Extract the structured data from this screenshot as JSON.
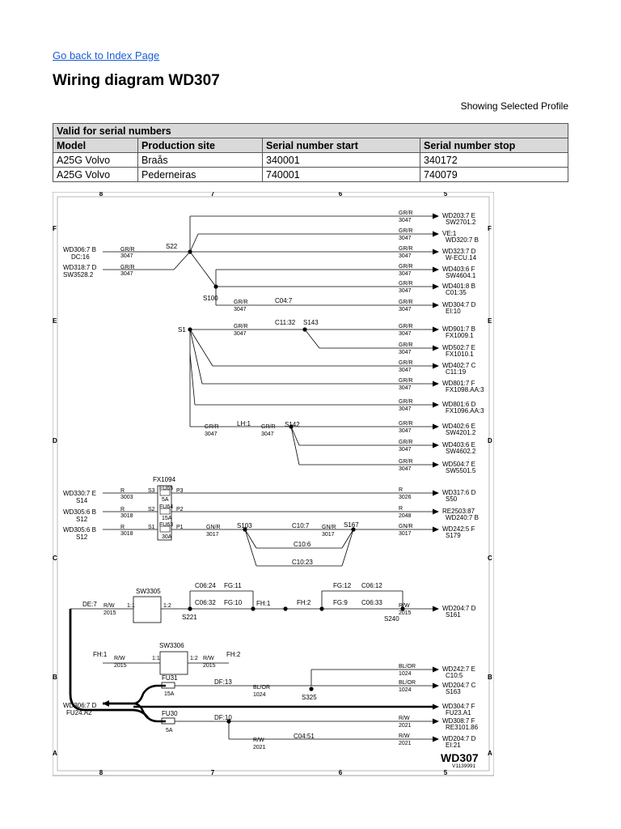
{
  "nav": {
    "back_link": "Go back to Index Page"
  },
  "page": {
    "title": "Wiring diagram WD307",
    "profile_note": "Showing Selected Profile"
  },
  "serials": {
    "group_header": "Valid for serial numbers",
    "columns": [
      "Model",
      "Production site",
      "Serial number start",
      "Serial number stop"
    ],
    "rows": [
      [
        "A25G Volvo",
        "Braås",
        "340001",
        "340172"
      ],
      [
        "A25G Volvo",
        "Pederneiras",
        "740001",
        "740079"
      ]
    ]
  },
  "diagram": {
    "id": "WD307",
    "ref": "V1139991",
    "col_marks": [
      "8",
      "7",
      "6",
      "5"
    ],
    "row_marks": [
      "F",
      "E",
      "D",
      "C",
      "B",
      "A"
    ],
    "left_connectors": [
      {
        "ref": "WD306:7 B",
        "sub": "DC:16",
        "wire": "GR/R",
        "num": "3047"
      },
      {
        "ref": "WD318:7 D",
        "sub": "SW3528.2",
        "wire": "GR/R",
        "num": "3047"
      },
      {
        "ref": "WD330:7 E",
        "sub": "S14",
        "wire": "R",
        "num": "3003"
      },
      {
        "ref": "WD305:6 B",
        "sub": "S12",
        "wire": "R",
        "num": "3018"
      },
      {
        "ref": "WD305:6 B",
        "sub": "S12",
        "wire": "R",
        "num": "3018"
      },
      {
        "ref": "WD306:7 D",
        "sub": "FU24.A2",
        "wire": "",
        "num": ""
      }
    ],
    "right_connectors": [
      {
        "ref": "WD203:7 E",
        "sub": "SW2701.2",
        "wire": "GR/R",
        "num": "3047"
      },
      {
        "ref": "VE:1",
        "sub": "WD320:7 B",
        "wire": "GR/R",
        "num": "3047"
      },
      {
        "ref": "WD323:7 D",
        "sub": "W-ECU.14",
        "wire": "GR/R",
        "num": "3047"
      },
      {
        "ref": "WD403:6 F",
        "sub": "SW4604.1",
        "wire": "GR/R",
        "num": "3047"
      },
      {
        "ref": "WD401:8 B",
        "sub": "C01:35",
        "wire": "GR/R",
        "num": "3047"
      },
      {
        "ref": "WD304:7 D",
        "sub": "EI:10",
        "wire": "GR/R",
        "num": "3047"
      },
      {
        "ref": "WD901:7 B",
        "sub": "FX1009.1",
        "wire": "GR/R",
        "num": "3047"
      },
      {
        "ref": "WD502:7 E",
        "sub": "FX1010.1",
        "wire": "GR/R",
        "num": "3047"
      },
      {
        "ref": "WD402:7 C",
        "sub": "C11:19",
        "wire": "GR/R",
        "num": "3047"
      },
      {
        "ref": "WD801:7 F",
        "sub": "FX1098.AA:3",
        "wire": "GR/R",
        "num": "3047"
      },
      {
        "ref": "WD801:6 D",
        "sub": "FX1096.AA:3",
        "wire": "GR/R",
        "num": "3047"
      },
      {
        "ref": "WD402:6 E",
        "sub": "SW4201.2",
        "wire": "GR/R",
        "num": "3047"
      },
      {
        "ref": "WD403:6 E",
        "sub": "SW4602.2",
        "wire": "GR/R",
        "num": "3047"
      },
      {
        "ref": "WD504:7 E",
        "sub": "SW5501.5",
        "wire": "GR/R",
        "num": "3047"
      },
      {
        "ref": "WD317:6 D",
        "sub": "S50",
        "wire": "R",
        "num": "3026"
      },
      {
        "ref": "RE2503:87",
        "sub": "WD240:7 B",
        "wire": "R",
        "num": "2048"
      },
      {
        "ref": "WD242:5 F",
        "sub": "S179",
        "wire": "GN/R",
        "num": "3017"
      },
      {
        "ref": "WD204:7 D",
        "sub": "S161",
        "wire": "R/W",
        "num": "2015"
      },
      {
        "ref": "WD242:7 E",
        "sub": "C10:5",
        "wire": "BL/OR",
        "num": "1024"
      },
      {
        "ref": "WD204:7 C",
        "sub": "S163",
        "wire": "BL/OR",
        "num": "1024"
      },
      {
        "ref": "WD304:7 F",
        "sub": "FU23.A1",
        "wire": "",
        "num": ""
      },
      {
        "ref": "WD308:7 F",
        "sub": "RE3101.86",
        "wire": "R/W",
        "num": "2021"
      },
      {
        "ref": "WD204:7 D",
        "sub": "EI:21",
        "wire": "R/W",
        "num": "2021"
      }
    ],
    "splices": [
      "S22",
      "S100",
      "S1",
      "S143",
      "S142",
      "S103",
      "S167",
      "S221",
      "S240",
      "S325"
    ],
    "connectors": [
      "C04:7",
      "C11:32",
      "LH:1",
      "C10:7",
      "C10:6",
      "C10:23",
      "C06:24",
      "FG:11",
      "C06:32",
      "FG:10",
      "FH:1",
      "FH:2",
      "FG:12",
      "C06:12",
      "FG:9",
      "C06:33",
      "DE:7",
      "DF:13",
      "DF:10",
      "C04:51"
    ],
    "components": {
      "fuse_box": "FX1094",
      "fuses": [
        {
          "name": "FU65",
          "rating": "5A",
          "in": "S3",
          "out": "P3"
        },
        {
          "name": "FU64",
          "rating": "15A",
          "in": "S2",
          "out": "P2"
        },
        {
          "name": "FU63",
          "rating": "30A",
          "in": "S1",
          "out": "P1"
        }
      ],
      "switch1": {
        "name": "SW3305",
        "pin_in": "1:1",
        "pin_out": "1:2"
      },
      "switch2": {
        "name": "SW3306",
        "pin_in": "1:1",
        "pin_out": "1:2"
      },
      "fu31": {
        "name": "FU31",
        "rating": "15A"
      },
      "fu30": {
        "name": "FU30",
        "rating": "5A"
      }
    },
    "misc_wires": {
      "gr_r": "GR/R",
      "n3047": "3047",
      "gn_r": "GN/R",
      "n3017": "3017",
      "r_w": "R/W",
      "n2015": "2015",
      "n2021": "2021",
      "bl_or": "BL/OR",
      "n1024": "1024",
      "fh1": "FH:1",
      "fh2": "FH:2"
    }
  }
}
